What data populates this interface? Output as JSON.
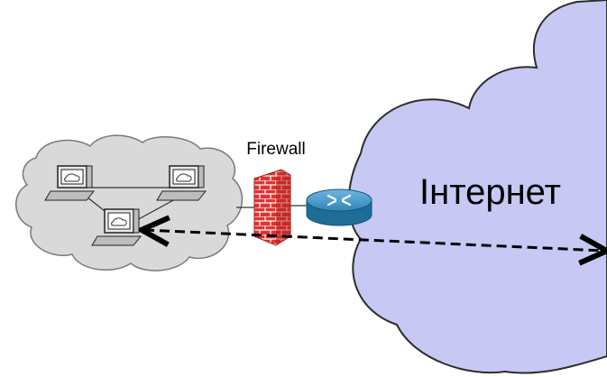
{
  "firewall": {
    "label": "Firewall"
  },
  "internet": {
    "label": "Інтернет"
  },
  "colors": {
    "internet_cloud": "#c8c8f5",
    "lan_cloud": "#d9d9d9",
    "firewall_brick": "#e03333",
    "router": "#2e86b8",
    "connection_arrow": "#000000"
  },
  "icons": [
    "lan-cloud",
    "computer-icon",
    "firewall-icon",
    "router-icon",
    "internet-cloud",
    "bidirectional-arrow"
  ]
}
